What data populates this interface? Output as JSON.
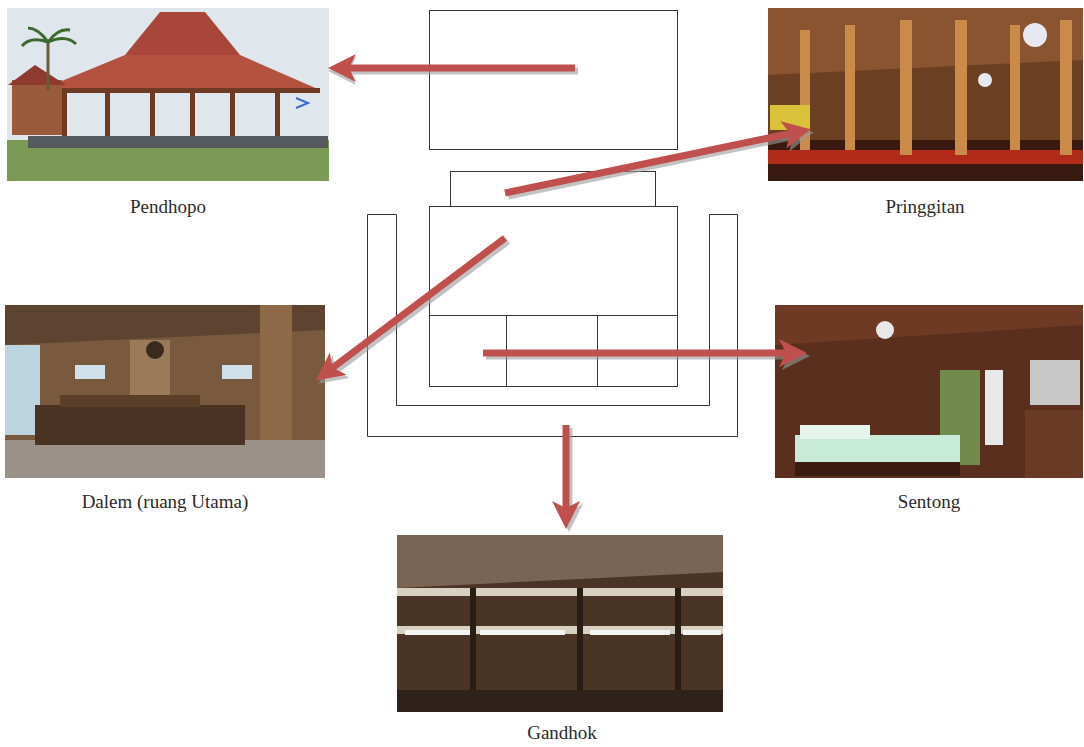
{
  "diagram": {
    "labels": [
      "Pendhopo",
      "Pringgitan",
      "Dalem (ruang Utama)",
      "Sentong",
      "Gandhok"
    ]
  }
}
